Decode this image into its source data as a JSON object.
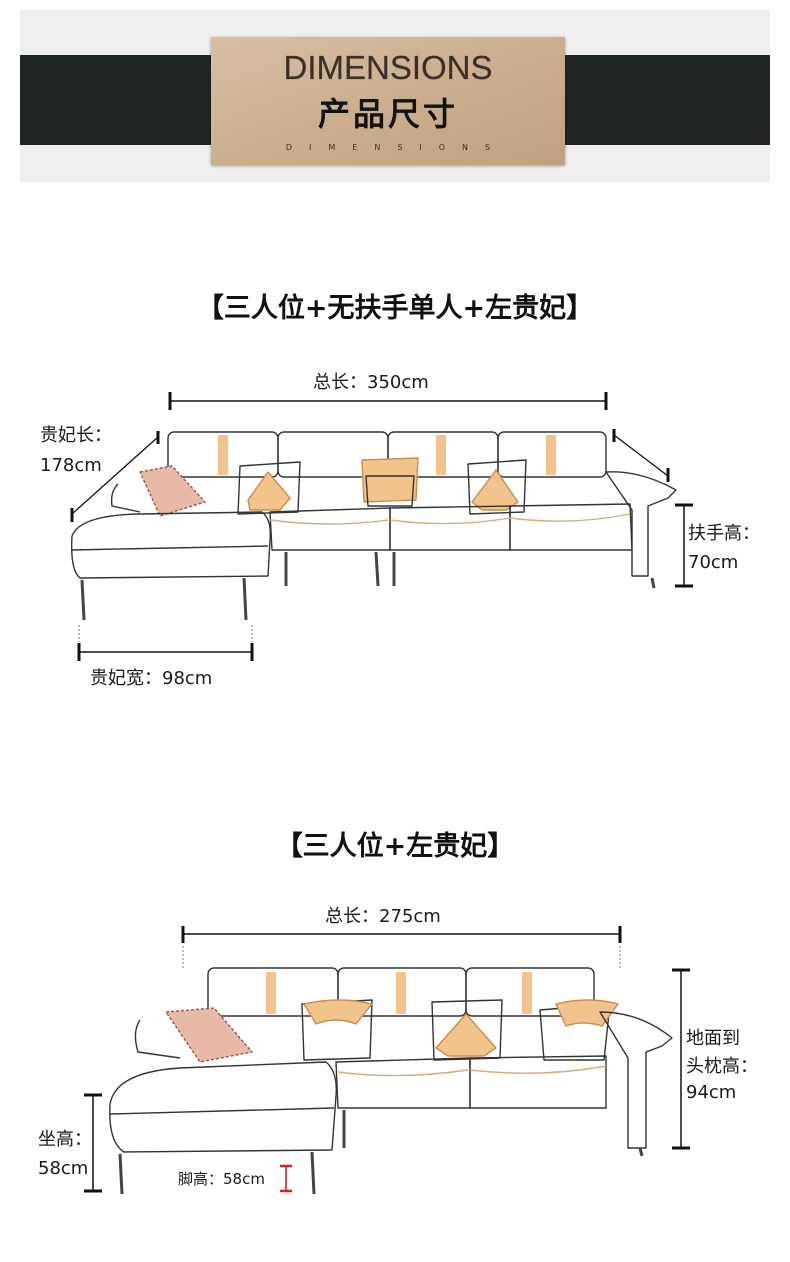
{
  "banner": {
    "title_en": "DIMENSIONS",
    "title_cn": "产品尺寸",
    "subtitle_en": "DIMENSIONS"
  },
  "sections": [
    {
      "title": "【三人位+无扶手单人+左贵妃】",
      "labels": {
        "total_length": "总长：350cm",
        "chaise_length_name": "贵妃长：",
        "chaise_length_value": "178cm",
        "armrest_height_name": "扶手高：",
        "armrest_height_value": "70cm",
        "chaise_width": "贵妃宽：98cm"
      }
    },
    {
      "title": "【三人位+左贵妃】",
      "labels": {
        "total_length": "总长：275cm",
        "headrest_height_line1": "地面到",
        "headrest_height_line2": "头枕高：",
        "headrest_height_value": "94cm",
        "seat_height_name": "坐高：",
        "seat_height_value": "58cm",
        "leg_height": "脚高：58cm"
      }
    }
  ],
  "colors": {
    "band": "#1f2523",
    "card": "#cbb091",
    "pillow_accent": "#f2c38a",
    "leg_marker": "#e02020"
  }
}
